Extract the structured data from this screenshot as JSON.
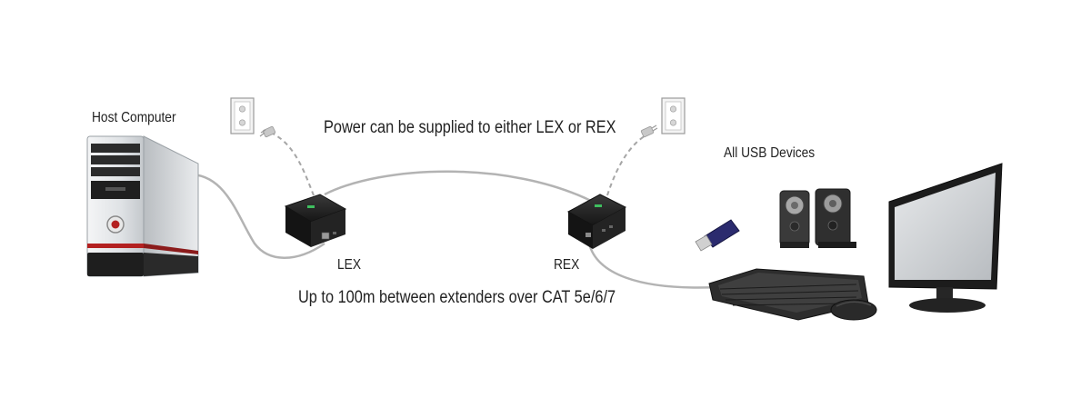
{
  "labels": {
    "host_computer": "Host Computer",
    "power_note": "Power can be supplied to either LEX or REX",
    "usb_devices": "All USB Devices",
    "lex": "LEX",
    "rex": "REX",
    "distance_note": "Up to 100m between extenders over CAT 5e/6/7"
  },
  "colors": {
    "cable": "#b3b3b3",
    "power_cable": "#a6a6a6",
    "device_body": "#1f1f1f",
    "tower_silver": "#d6d9dc",
    "accent_red": "#b32020"
  },
  "icons": [
    "computer-tower-icon",
    "wall-outlet-icon",
    "power-plug-icon",
    "extender-icon",
    "usb-stick-icon",
    "speaker-icon",
    "keyboard-icon",
    "mouse-icon",
    "monitor-icon"
  ]
}
